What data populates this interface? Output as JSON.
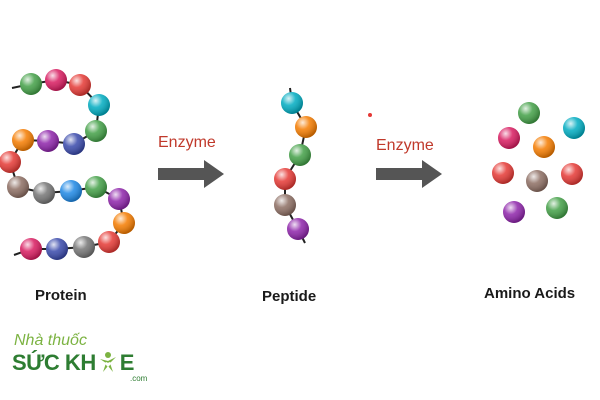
{
  "diagram": {
    "stages": [
      {
        "label": "Protein"
      },
      {
        "label": "Peptide"
      },
      {
        "label": "Amino Acids"
      }
    ],
    "arrows": [
      {
        "label": "Enzyme"
      },
      {
        "label": "Enzyme"
      }
    ],
    "colors": {
      "text": "#1a1a1a",
      "enzyme_text": "#c0392b",
      "arrow": "#555555",
      "connector": "#222222",
      "bead_palette": [
        "#e53935",
        "#f57c00",
        "#fbc02d",
        "#43a047",
        "#00acc1",
        "#1e88e5",
        "#3949ab",
        "#8e24aa",
        "#d81b60",
        "#8d6e63",
        "#757575"
      ]
    }
  },
  "logo": {
    "line1": "Nhà thuốc",
    "line2": "SỨC KH",
    "line2_end": "E",
    "suffix": ".com",
    "color_primary": "#2e7d32",
    "color_secondary": "#7cb342",
    "icon": "person-heart-icon"
  }
}
